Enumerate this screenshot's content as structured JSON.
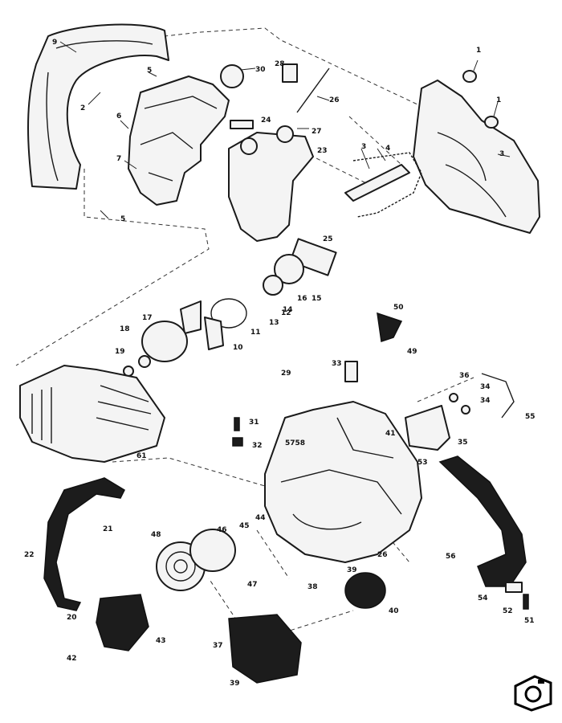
{
  "diagram": {
    "callouts": [
      {
        "id": "c9",
        "text": "9"
      },
      {
        "id": "c2",
        "text": "2"
      },
      {
        "id": "c5a",
        "text": "5"
      },
      {
        "id": "c6",
        "text": "6"
      },
      {
        "id": "c7",
        "text": "7"
      },
      {
        "id": "c5b",
        "text": "5"
      },
      {
        "id": "c30",
        "text": "30"
      },
      {
        "id": "c28",
        "text": "28"
      },
      {
        "id": "c26",
        "text": "26"
      },
      {
        "id": "c24",
        "text": "24"
      },
      {
        "id": "c27",
        "text": "27"
      },
      {
        "id": "c23",
        "text": "23"
      },
      {
        "id": "c1a",
        "text": "1"
      },
      {
        "id": "c1b",
        "text": "1"
      },
      {
        "id": "c3",
        "text": "3"
      },
      {
        "id": "c4",
        "text": "4"
      },
      {
        "id": "c3b",
        "text": "3"
      },
      {
        "id": "c25",
        "text": "25"
      },
      {
        "id": "c16",
        "text": "16"
      },
      {
        "id": "c15",
        "text": "15"
      },
      {
        "id": "c14",
        "text": "14"
      },
      {
        "id": "c13",
        "text": "13"
      },
      {
        "id": "c12",
        "text": "12"
      },
      {
        "id": "c11",
        "text": "11"
      },
      {
        "id": "c10",
        "text": "10"
      },
      {
        "id": "c17",
        "text": "17"
      },
      {
        "id": "c18",
        "text": "18"
      },
      {
        "id": "c19",
        "text": "19"
      },
      {
        "id": "c29",
        "text": "29"
      },
      {
        "id": "c33",
        "text": "33"
      },
      {
        "id": "c50",
        "text": "50"
      },
      {
        "id": "c49",
        "text": "49"
      },
      {
        "id": "c36",
        "text": "36"
      },
      {
        "id": "c34a",
        "text": "34"
      },
      {
        "id": "c34b",
        "text": "34"
      },
      {
        "id": "c35",
        "text": "35"
      },
      {
        "id": "c55",
        "text": "55"
      },
      {
        "id": "c31",
        "text": "31"
      },
      {
        "id": "c32",
        "text": "32"
      },
      {
        "id": "c41",
        "text": "41"
      },
      {
        "id": "c58",
        "text": "5758"
      },
      {
        "id": "c61",
        "text": "61"
      },
      {
        "id": "c53",
        "text": "53"
      },
      {
        "id": "c21",
        "text": "21"
      },
      {
        "id": "c22",
        "text": "22"
      },
      {
        "id": "c48",
        "text": "48"
      },
      {
        "id": "c46",
        "text": "46"
      },
      {
        "id": "c45",
        "text": "45"
      },
      {
        "id": "c44",
        "text": "44"
      },
      {
        "id": "c38",
        "text": "38"
      },
      {
        "id": "c26b",
        "text": "26"
      },
      {
        "id": "c56",
        "text": "56"
      },
      {
        "id": "c47",
        "text": "47"
      },
      {
        "id": "c39",
        "text": "39"
      },
      {
        "id": "c40",
        "text": "40"
      },
      {
        "id": "c54",
        "text": "54"
      },
      {
        "id": "c52",
        "text": "52"
      },
      {
        "id": "c51",
        "text": "51"
      },
      {
        "id": "c20",
        "text": "20"
      },
      {
        "id": "c43",
        "text": "43"
      },
      {
        "id": "c42",
        "text": "42"
      },
      {
        "id": "c37",
        "text": "37"
      },
      {
        "id": "c39b",
        "text": "39"
      }
    ]
  },
  "watermark": {
    "icon": "camera-logo-icon"
  }
}
